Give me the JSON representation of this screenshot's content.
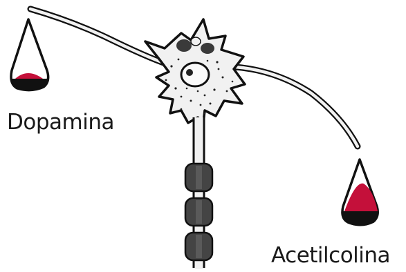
{
  "labels": {
    "left": "Dopamina",
    "right": "Acetilcolina"
  },
  "levels": {
    "dopamina_fill": 0.35,
    "acetilcolina_fill": 0.65
  },
  "colors": {
    "fill_red": "#c4103a",
    "outline": "#111111",
    "neuron_fill": "#f1f1f1",
    "myelin": "#444444"
  }
}
